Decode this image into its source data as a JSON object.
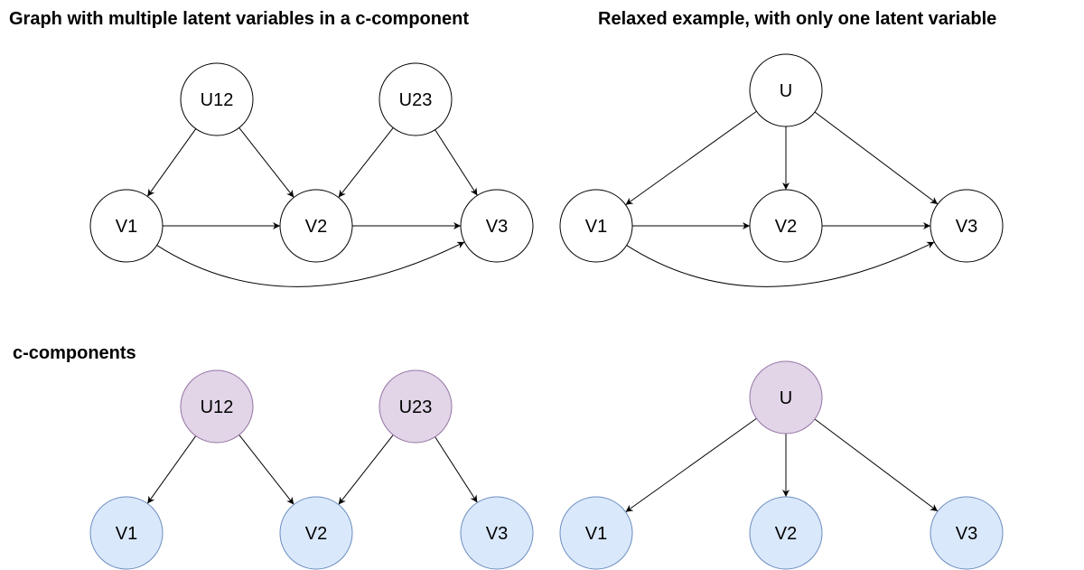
{
  "titles": {
    "graph_multi": "Graph with multiple latent variables in a c-component",
    "graph_relaxed": "Relaxed example, with only one latent variable",
    "c_components": "c-components"
  },
  "colors": {
    "default_fill": "#ffffff",
    "default_stroke": "#000000",
    "latent_fill": "#e1d5e7",
    "latent_stroke": "#9673a6",
    "observed_fill": "#dae8fc",
    "observed_stroke": "#6c8ebf"
  },
  "diagrams": [
    {
      "id": "multi",
      "nodes": [
        {
          "id": "U12",
          "label": "U12"
        },
        {
          "id": "U23",
          "label": "U23"
        },
        {
          "id": "V1",
          "label": "V1"
        },
        {
          "id": "V2",
          "label": "V2"
        },
        {
          "id": "V3",
          "label": "V3"
        }
      ],
      "edges": [
        [
          "U12",
          "V1"
        ],
        [
          "U12",
          "V2"
        ],
        [
          "U23",
          "V2"
        ],
        [
          "U23",
          "V3"
        ],
        [
          "V1",
          "V2"
        ],
        [
          "V2",
          "V3"
        ],
        [
          "V1",
          "V3"
        ]
      ]
    },
    {
      "id": "relaxed",
      "nodes": [
        {
          "id": "U",
          "label": "U"
        },
        {
          "id": "V1",
          "label": "V1"
        },
        {
          "id": "V2",
          "label": "V2"
        },
        {
          "id": "V3",
          "label": "V3"
        }
      ],
      "edges": [
        [
          "U",
          "V1"
        ],
        [
          "U",
          "V2"
        ],
        [
          "U",
          "V3"
        ],
        [
          "V1",
          "V2"
        ],
        [
          "V2",
          "V3"
        ],
        [
          "V1",
          "V3"
        ]
      ]
    },
    {
      "id": "ccomp-multi",
      "nodes": [
        {
          "id": "U12",
          "label": "U12",
          "kind": "latent"
        },
        {
          "id": "U23",
          "label": "U23",
          "kind": "latent"
        },
        {
          "id": "V1",
          "label": "V1",
          "kind": "observed"
        },
        {
          "id": "V2",
          "label": "V2",
          "kind": "observed"
        },
        {
          "id": "V3",
          "label": "V3",
          "kind": "observed"
        }
      ],
      "edges": [
        [
          "U12",
          "V1"
        ],
        [
          "U12",
          "V2"
        ],
        [
          "U23",
          "V2"
        ],
        [
          "U23",
          "V3"
        ]
      ]
    },
    {
      "id": "ccomp-relaxed",
      "nodes": [
        {
          "id": "U",
          "label": "U",
          "kind": "latent"
        },
        {
          "id": "V1",
          "label": "V1",
          "kind": "observed"
        },
        {
          "id": "V2",
          "label": "V2",
          "kind": "observed"
        },
        {
          "id": "V3",
          "label": "V3",
          "kind": "observed"
        }
      ],
      "edges": [
        [
          "U",
          "V1"
        ],
        [
          "U",
          "V2"
        ],
        [
          "U",
          "V3"
        ]
      ]
    }
  ]
}
